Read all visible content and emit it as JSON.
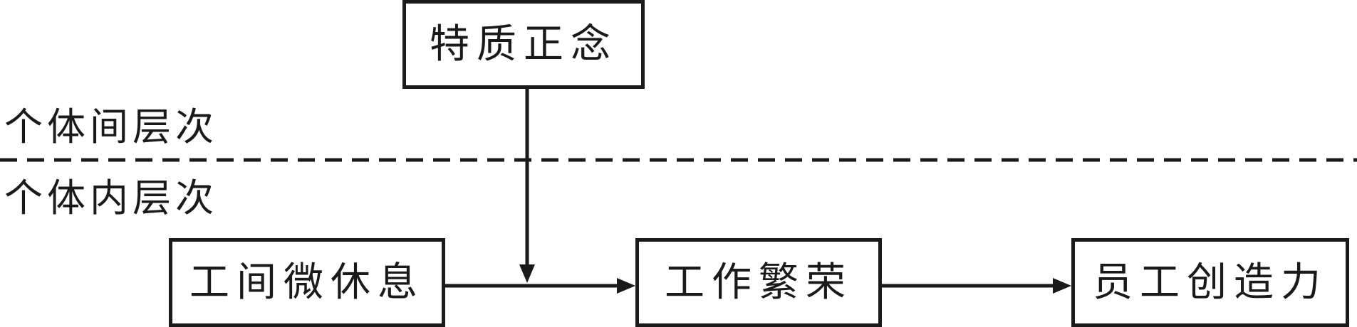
{
  "levels": {
    "between": "个体间层次",
    "within": "个体内层次"
  },
  "nodes": {
    "moderator": "特质正念",
    "predictor": "工间微休息",
    "mediator": "工作繁荣",
    "outcome": "员工创造力"
  },
  "colors": {
    "stroke": "#1a1a1a",
    "background": "#ffffff"
  }
}
